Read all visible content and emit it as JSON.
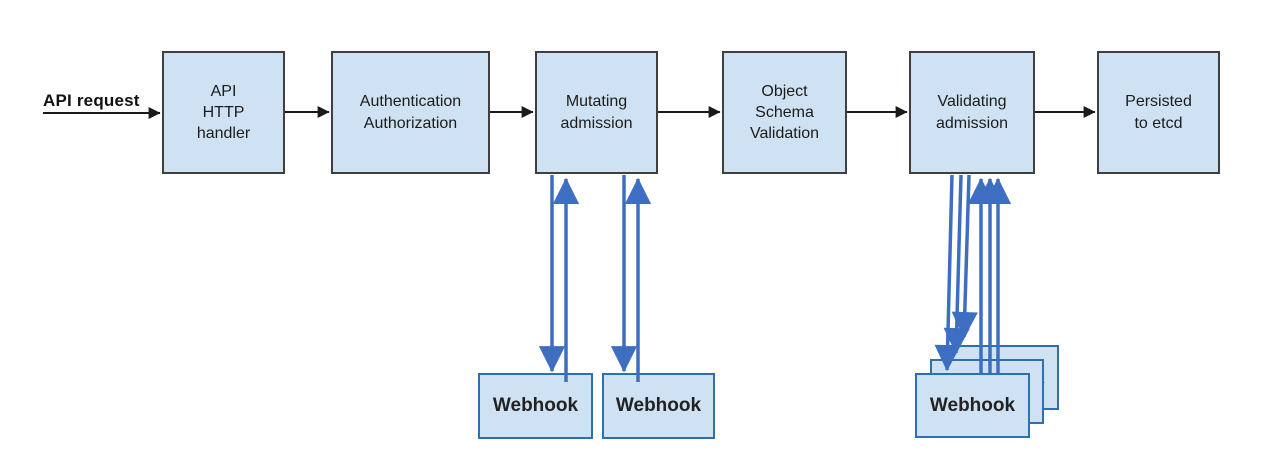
{
  "colors": {
    "box_fill": "#cfe2f3",
    "box_border": "#3f3f3f",
    "webhook_border": "#2e6fad",
    "arrow_blue": "#3e6ec2",
    "arrow_black": "#1a1a1a"
  },
  "flow": {
    "api_request_label": "API request",
    "nodes": [
      {
        "id": "api-http-handler",
        "label": "API\nHTTP\nhandler"
      },
      {
        "id": "authentication-authorization",
        "label": "Authentication\nAuthorization"
      },
      {
        "id": "mutating-admission",
        "label": "Mutating\nadmission"
      },
      {
        "id": "object-schema-validation",
        "label": "Object\nSchema\nValidation"
      },
      {
        "id": "validating-admission",
        "label": "Validating\nadmission"
      },
      {
        "id": "persisted-to-etcd",
        "label": "Persisted\nto etcd"
      }
    ]
  },
  "webhooks": {
    "mutating": [
      "Webhook",
      "Webhook"
    ],
    "validating": [
      "Webhook",
      "Webhook",
      "Webhook"
    ]
  },
  "edges": [
    {
      "from": "api-request",
      "to": "api-http-handler",
      "style": "black"
    },
    {
      "from": "api-http-handler",
      "to": "authentication-authorization",
      "style": "black"
    },
    {
      "from": "authentication-authorization",
      "to": "mutating-admission",
      "style": "black"
    },
    {
      "from": "mutating-admission",
      "to": "object-schema-validation",
      "style": "black"
    },
    {
      "from": "object-schema-validation",
      "to": "validating-admission",
      "style": "black"
    },
    {
      "from": "validating-admission",
      "to": "persisted-to-etcd",
      "style": "black"
    },
    {
      "from": "mutating-admission",
      "to": "webhook-1",
      "style": "blue-call-and-return"
    },
    {
      "from": "mutating-admission",
      "to": "webhook-2",
      "style": "blue-call-and-return"
    },
    {
      "from": "validating-admission",
      "to": "webhook-stack",
      "style": "blue-call-and-return-x3"
    }
  ]
}
